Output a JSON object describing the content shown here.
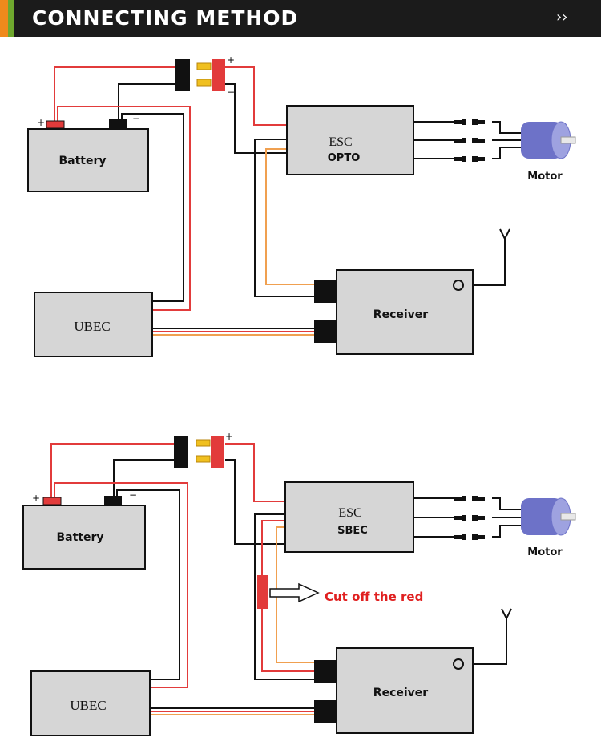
{
  "header": {
    "title": "CONNECTING METHOD",
    "chevron_glyph": "››",
    "colors": {
      "bar": "#1b1b1b",
      "accent_orange": "#f08a1c",
      "accent_green": "#6fa82e"
    }
  },
  "diagram_top": {
    "battery_label": "Battery",
    "battery_plus": "+",
    "battery_minus": "−",
    "ubec_label": "UBEC",
    "esc_label_line1": "ESC",
    "esc_label_line2": "OPTO",
    "receiver_label": "Receiver",
    "motor_label": "Motor",
    "connector_plus": "+",
    "connector_minus": "−"
  },
  "diagram_bottom": {
    "battery_label": "Battery",
    "battery_plus": "+",
    "battery_minus": "−",
    "ubec_label": "UBEC",
    "esc_label_line1": "ESC",
    "esc_label_line2": "SBEC",
    "receiver_label": "Receiver",
    "motor_label": "Motor",
    "connector_plus": "+",
    "cut_note": "Cut off the red"
  },
  "colors": {
    "wire_red": "#e23b3b",
    "wire_black": "#111111",
    "wire_orange": "#f0a050",
    "box_fill": "#d6d6d6",
    "motor_blue": "#6d72c8",
    "note_red": "#e02020"
  }
}
